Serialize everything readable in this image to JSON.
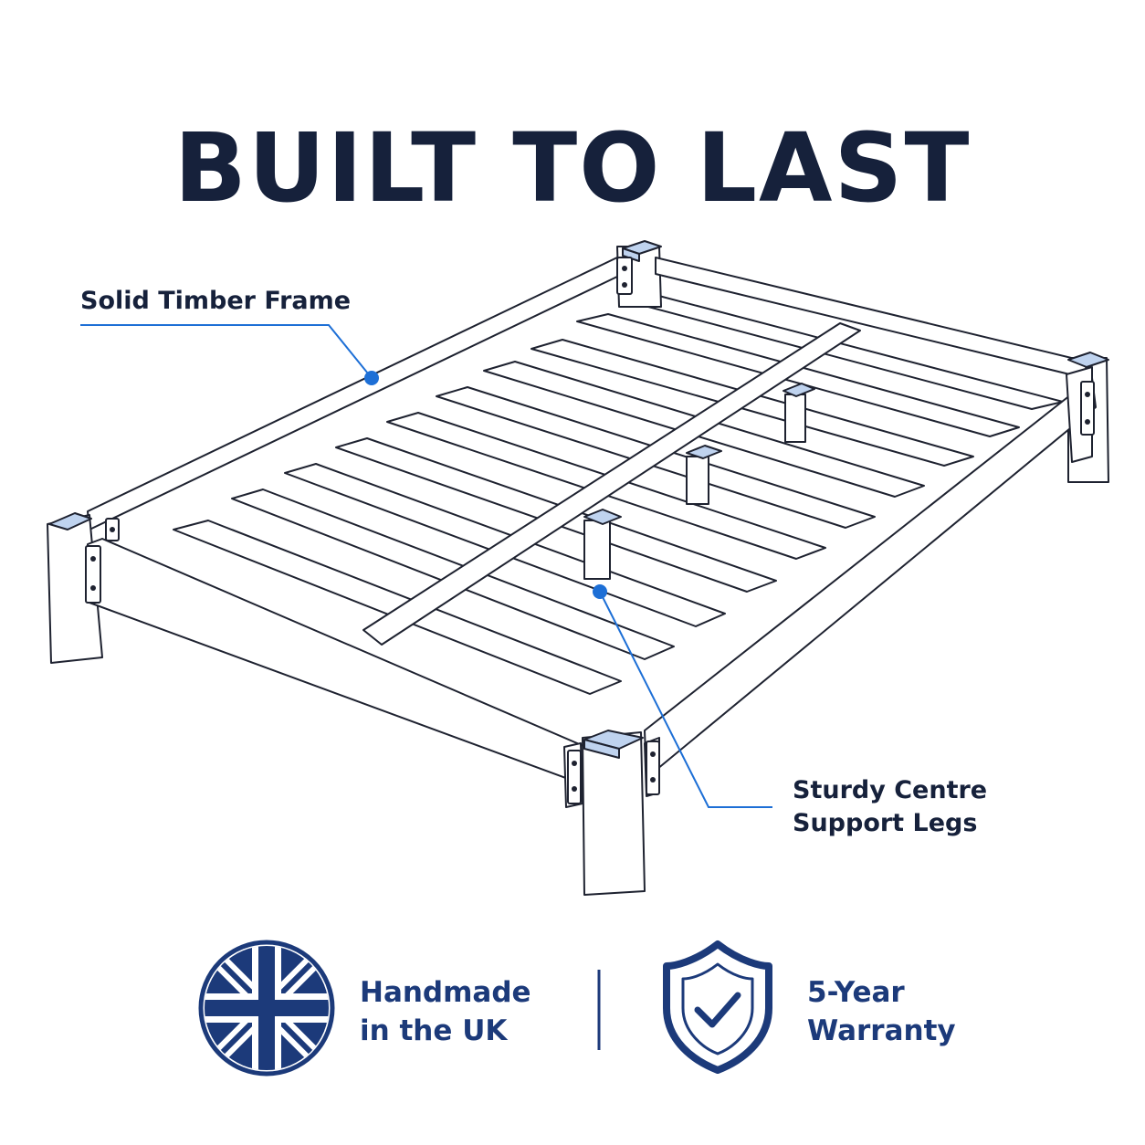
{
  "title": "BUILT TO LAST",
  "callouts": {
    "frame": "Solid Timber Frame",
    "legs_line1": "Sturdy Centre",
    "legs_line2": "Support Legs"
  },
  "badges": {
    "uk_line1": "Handmade",
    "uk_line2": "in the UK",
    "warranty_line1": "5-Year",
    "warranty_line2": "Warranty"
  },
  "icons": {
    "uk": "union-flag-icon",
    "warranty": "shield-check-icon"
  },
  "colors": {
    "navy": "#16213b",
    "brand_blue": "#1c3a7a",
    "accent": "#1d6fd6",
    "line": "#1e2230",
    "metal": "#bfd3ef"
  }
}
